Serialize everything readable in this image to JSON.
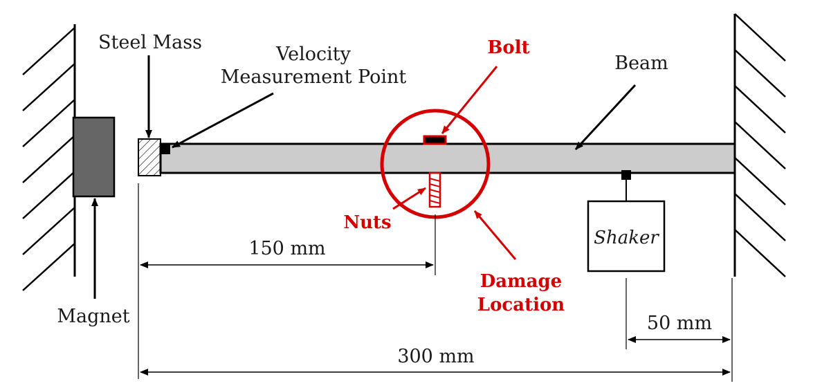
{
  "labels": {
    "steel_mass": "Steel Mass",
    "velocity_line1": "Velocity",
    "velocity_line2": "Measurement Point",
    "bolt": "Bolt",
    "beam": "Beam",
    "nuts": "Nuts",
    "damage_line1": "Damage",
    "damage_line2": "Location",
    "shaker": "Shaker",
    "magnet": "Magnet"
  },
  "dimensions": {
    "damage_distance": "150 mm",
    "shaker_distance": "50 mm",
    "beam_length": "300 mm"
  },
  "colors": {
    "highlight": "#d40000",
    "beam_fill": "#cccccc",
    "magnet_fill": "#666666",
    "ink": "#000000"
  }
}
